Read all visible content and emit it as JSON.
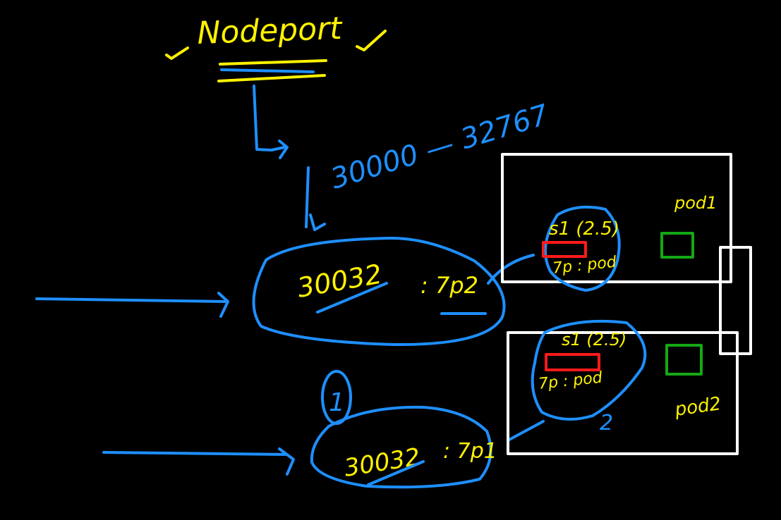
{
  "colors": {
    "background": "#000000",
    "yellow": "#FFF200",
    "blue": "#1E8FFF",
    "white": "#FFFFFF",
    "red": "#FF1A1A",
    "green": "#14A814"
  },
  "title": "Nodeport",
  "port_range": "30000 — 32767",
  "services": [
    {
      "port": "30032",
      "target": ": 7p2"
    },
    {
      "port": "30032",
      "target": ": 7p1"
    }
  ],
  "marker_1": "1",
  "marker_2": "2",
  "nodes": [
    {
      "label": "pod1",
      "container_label": "s1 (2.5)",
      "sublabel": "7p : pod"
    },
    {
      "label": "pod2",
      "container_label": "s1 (2.5)",
      "sublabel": "7p : pod"
    }
  ]
}
